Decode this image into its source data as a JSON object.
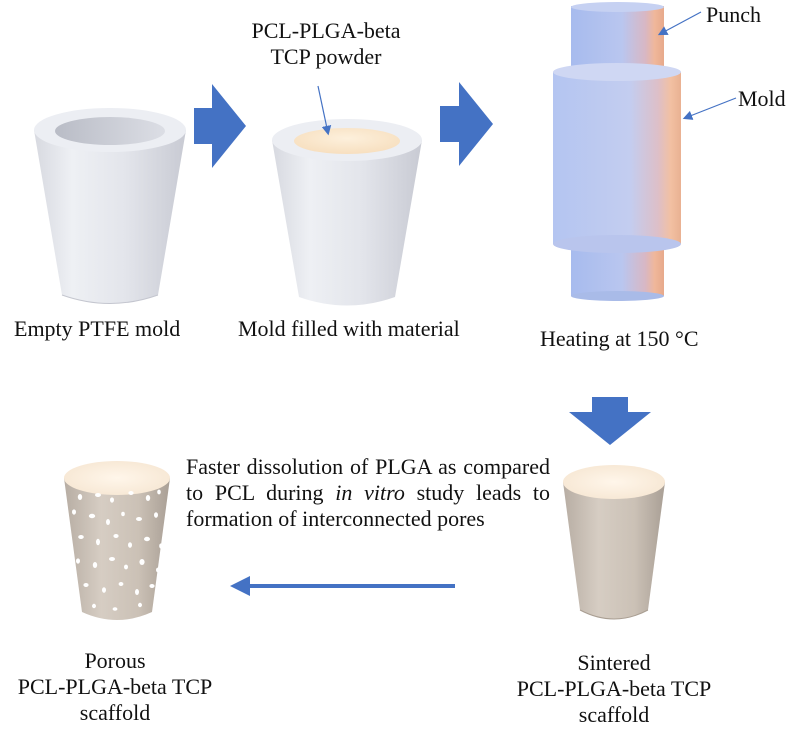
{
  "steps": {
    "empty_mold": {
      "label": "Empty PTFE mold"
    },
    "filled_mold": {
      "label": "Mold filled with material",
      "callout": [
        "PCL-PLGA-beta",
        "TCP powder"
      ]
    },
    "heating": {
      "label": "Heating at 150 °C",
      "callouts": {
        "punch": "Punch",
        "mold": "Mold"
      }
    },
    "sintered": {
      "label": [
        "Sintered",
        "PCL-PLGA-beta TCP",
        "scaffold"
      ]
    },
    "porous": {
      "label": [
        "Porous",
        "PCL-PLGA-beta TCP",
        "scaffold"
      ]
    }
  },
  "description": {
    "line1": "Faster dissolution of PLGA as",
    "line2a": "compared to PCL during ",
    "line2b": "in vitro",
    "line3": "study leads to formation of",
    "line4": "interconnected pores"
  },
  "colors": {
    "process_arrow": "#4472c4",
    "callout_line": "#4472c4",
    "mold_white": "#e8e9ee",
    "powder": "#fbe7cf",
    "punch_blue": "#a9bcec",
    "scaffold": "#c9bfb4"
  }
}
